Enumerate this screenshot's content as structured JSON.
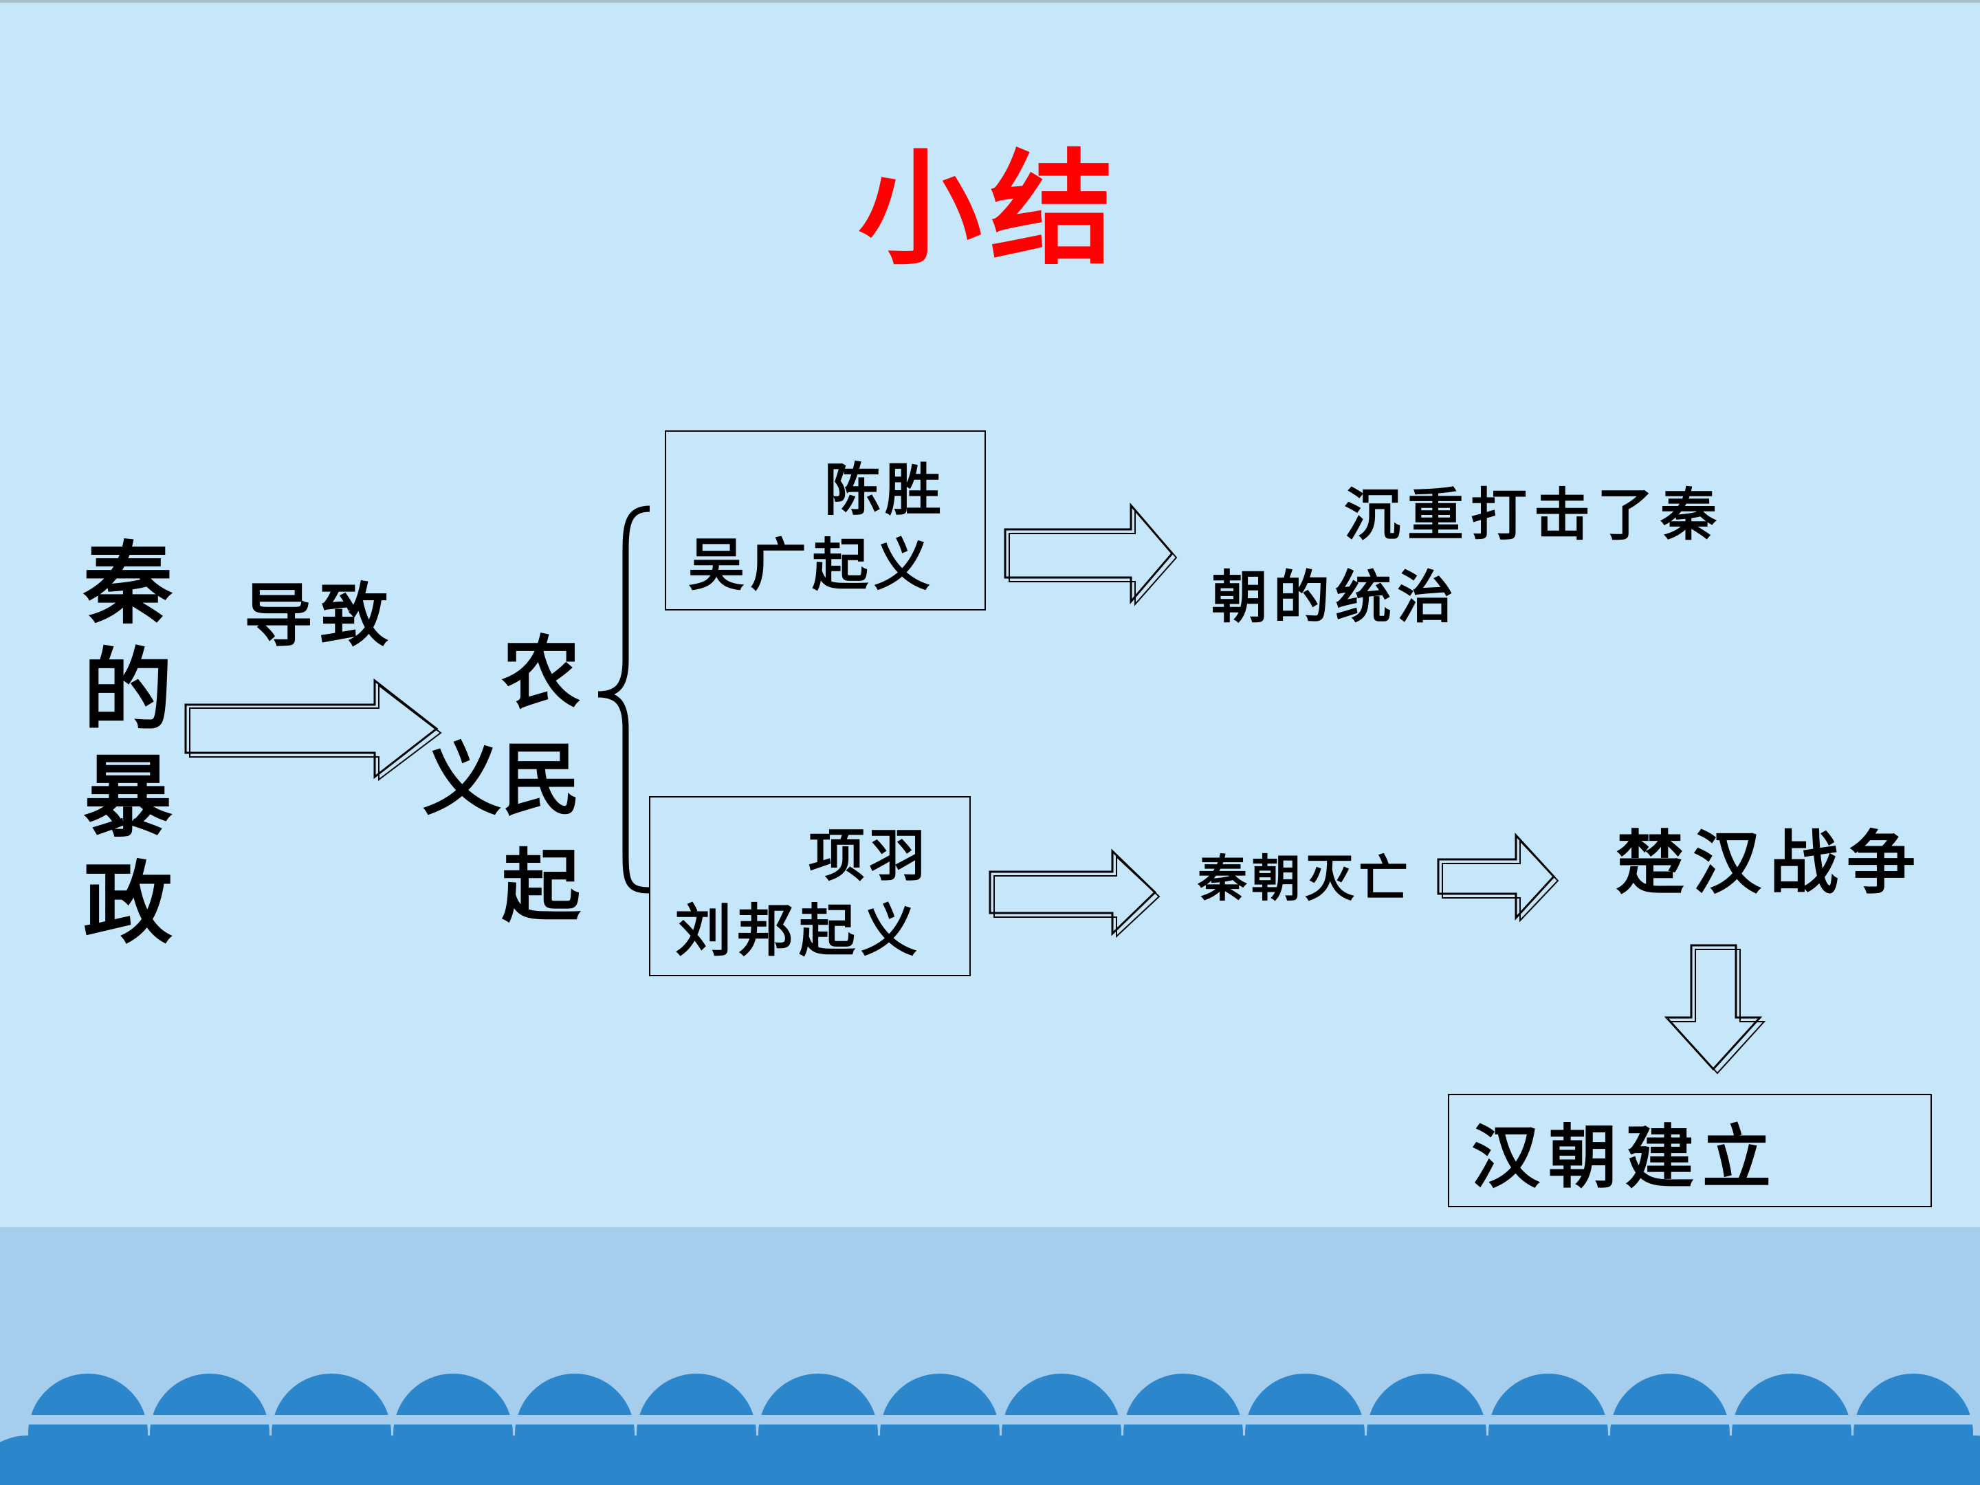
{
  "slide": {
    "title": "小结",
    "cause": "秦的暴政",
    "arrow_label": "导致",
    "uprising": "农民起义",
    "box_chen_wu": {
      "line1": "陈胜",
      "line2": "吴广起义"
    },
    "box_xiang_liu": {
      "line1": "项羽",
      "line2": "刘邦起义"
    },
    "result_chen_wu": {
      "line1": "沉重打击了秦",
      "line2": "朝的统治"
    },
    "result_qin_fall": "秦朝灭亡",
    "chu_han_war": "楚汉战争",
    "han_founded": "汉朝建立"
  },
  "colors": {
    "background": "#c6e6fa",
    "band": "#a5cdee",
    "wave": "#2b86cc",
    "title": "#ff0000",
    "text": "#000000"
  }
}
